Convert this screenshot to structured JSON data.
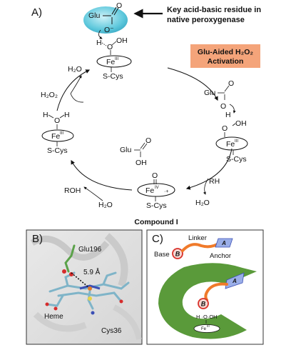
{
  "panel_a": {
    "label": "A)",
    "callout_text_line1": "Key acid-basic residue in",
    "callout_text_line2": "native peroxygenase",
    "activation_line1": "Glu-Aided H₂O₂",
    "activation_line2": "Activation",
    "compound_label": "Compound I",
    "glu": "Glu",
    "o_minus": "O⁻",
    "o": "O",
    "oh": "OH",
    "h": "H",
    "h_oh": "H · O·OH",
    "fe3": "Fe",
    "fe3_sup": "III",
    "fe4": "Fe",
    "fe4_sup": "IV",
    "radical": "·+",
    "scys": "S-Cys",
    "h2o": "H₂O",
    "h2o2": "H₂O₂",
    "rh": "RH",
    "roh": "ROH",
    "hoh_h": "H",
    "hoh_o": "O",
    "hoh_h2": "H"
  },
  "panel_b": {
    "label": "B)",
    "glu196": "Glu196",
    "distance": "5.9 Å",
    "heme": "Heme",
    "cys36": "Cys36"
  },
  "panel_c": {
    "label": "C)",
    "linker": "Linker",
    "base": "Base",
    "anchor": "Anchor",
    "b_letter": "B",
    "a_letter": "A",
    "hooh": "H ·O·OH",
    "fe3": "Fe",
    "fe3_sup": "III"
  },
  "colors": {
    "glu_bubble": "#5ec8dc",
    "activation_box": "#f4a47a",
    "green_protein": "#5a9a3a",
    "orange_linker": "#f07a2a",
    "red_circle": "#d9322b",
    "anchor_blue": "#9aaee8"
  }
}
